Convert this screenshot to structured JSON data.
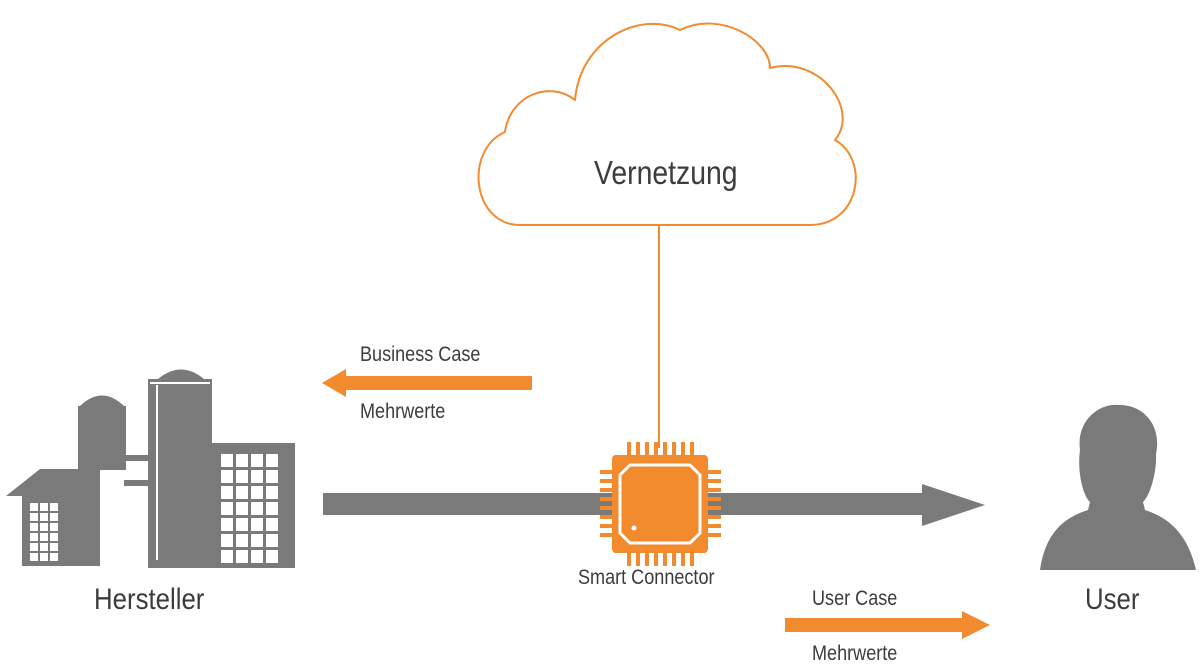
{
  "colors": {
    "accent": "#f28a2e",
    "gray": "#7a7a7a",
    "text": "#3c3c3c"
  },
  "labels": {
    "cloud": "Vernetzung",
    "business_case": "Business Case",
    "business_value": "Mehrwerte",
    "connector": "Smart Connector",
    "manufacturer": "Hersteller",
    "user_case": "User Case",
    "user_value": "Mehrwerte",
    "user": "User"
  },
  "icons": {
    "cloud": "cloud-icon",
    "factory": "factory-icon",
    "chip": "chip-icon",
    "user": "user-icon"
  }
}
